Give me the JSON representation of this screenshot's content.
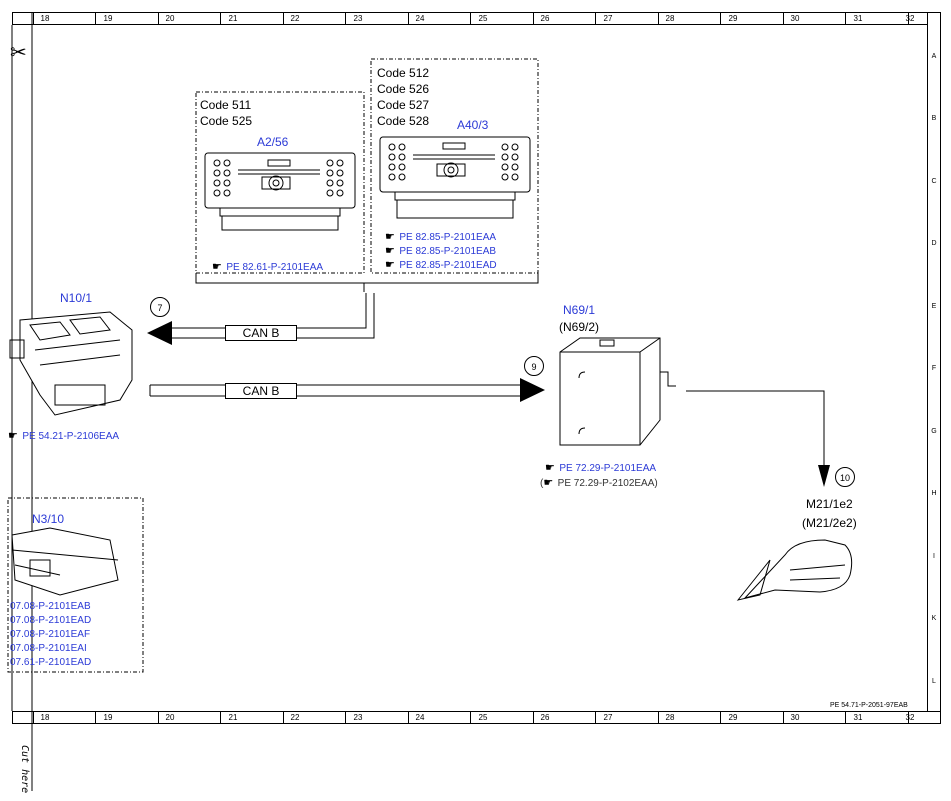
{
  "ruler": {
    "columns": [
      "18",
      "19",
      "20",
      "21",
      "22",
      "23",
      "24",
      "25",
      "26",
      "27",
      "28",
      "29",
      "30",
      "31",
      "32"
    ],
    "rows": [
      "A",
      "B",
      "C",
      "D",
      "E",
      "F",
      "G",
      "H",
      "I",
      "K",
      "L"
    ]
  },
  "footer_ref": "PE 54.71-P-2051-97EAB",
  "cut_label": "Cut here",
  "a2_56": {
    "codes": [
      "Code 511",
      "Code 525"
    ],
    "name": "A2/56",
    "refs": [
      "PE 82.61-P-2101EAA"
    ]
  },
  "a40_3": {
    "codes": [
      "Code 512",
      "Code 526",
      "Code 527",
      "Code 528"
    ],
    "name": "A40/3",
    "refs": [
      "PE 82.85-P-2101EAA",
      "PE 82.85-P-2101EAB",
      "PE 82.85-P-2101EAD"
    ]
  },
  "n10_1": {
    "name": "N10/1",
    "ref": "PE 54.21-P-2106EAA"
  },
  "n69_1": {
    "name": "N69/1",
    "alt": "(N69/2)",
    "refs": [
      "PE 72.29-P-2101EAA",
      "PE 72.29-P-2102EAA)"
    ],
    "ref2_prefix": "("
  },
  "m21": {
    "name": "M21/1e2",
    "alt": "(M21/2e2)"
  },
  "n3_10": {
    "name": "N3/10",
    "refs": [
      "07.08-P-2101EAB",
      "07.08-P-2101EAD",
      "07.08-P-2101EAF",
      "07.08-P-2101EAI",
      "07.61-P-2101EAD"
    ]
  },
  "can_top": "CAN B",
  "can_bottom": "CAN B",
  "circles": [
    "7",
    "9",
    "10"
  ]
}
